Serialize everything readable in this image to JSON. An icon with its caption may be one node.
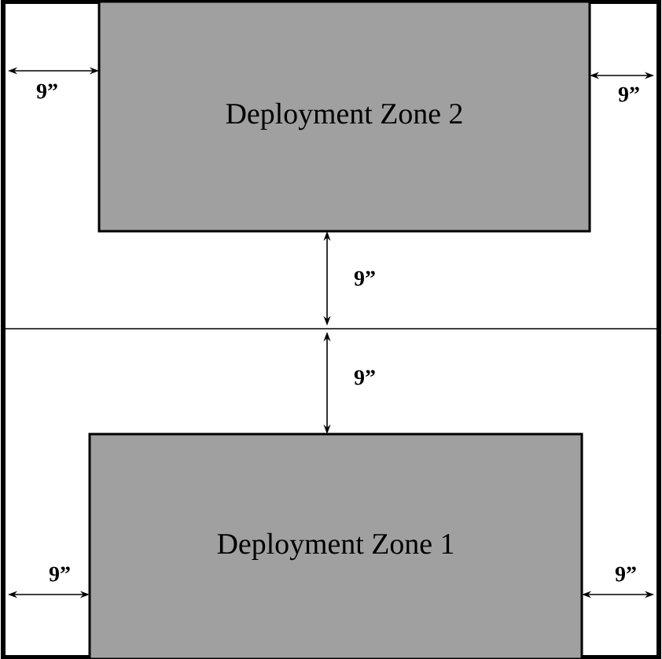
{
  "diagram": {
    "nodes": [
      {
        "text": [
          "Deployment Zone 2"
        ]
      },
      {
        "text": [
          "Deployment Zone 1"
        ]
      }
    ],
    "labels": [
      "9”",
      "9”",
      "9”",
      "9”",
      "9”",
      "9”"
    ]
  }
}
